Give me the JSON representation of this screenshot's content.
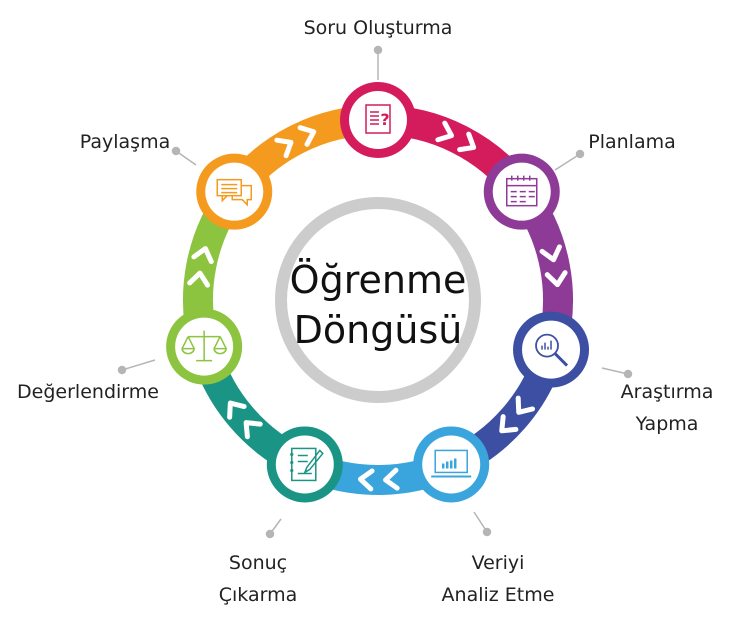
{
  "title": {
    "line1": "Öğrenme",
    "line2": "Döngüsü"
  },
  "steps": [
    {
      "label": [
        "Soru Oluşturma"
      ],
      "color": "#d41c5c",
      "icon": "question-document-icon"
    },
    {
      "label": [
        "Planlama"
      ],
      "color": "#8e3b98",
      "icon": "calendar-icon"
    },
    {
      "label": [
        "Araştırma",
        "Yapma"
      ],
      "color": "#3c4fa3",
      "icon": "magnifier-chart-icon"
    },
    {
      "label": [
        "Veriyi",
        "Analiz Etme"
      ],
      "color": "#3aa5dc",
      "icon": "laptop-chart-icon"
    },
    {
      "label": [
        "Sonuç",
        "Çıkarma"
      ],
      "color": "#1a9585",
      "icon": "notepad-pencil-icon"
    },
    {
      "label": [
        "Değerlendirme"
      ],
      "color": "#8cc43f",
      "icon": "scales-icon"
    },
    {
      "label": [
        "Paylaşma"
      ],
      "color": "#f49b1f",
      "icon": "speech-bubbles-icon"
    }
  ],
  "inner_ring_color": "#cccccc"
}
